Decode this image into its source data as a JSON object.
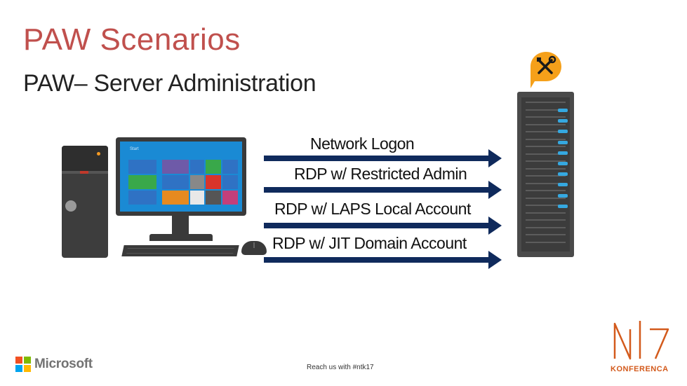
{
  "slide": {
    "title": "PAW Scenarios",
    "subtitle": "PAW– Server Administration"
  },
  "workstation": {
    "screen_label": "Start",
    "tiles": [
      {
        "color": "#2f72c4"
      },
      {
        "color": "#6e5aa8"
      },
      {
        "color": "#2f72c4"
      },
      {
        "color": "#39a84a"
      },
      {
        "color": "#2f72c4"
      },
      {
        "color": "#39a84a"
      },
      {
        "color": "#2f72c4"
      },
      {
        "color": "#888888"
      },
      {
        "color": "#d9342b"
      },
      {
        "color": "#2f72c4"
      },
      {
        "color": "#2f72c4"
      },
      {
        "color": "#e68a1f"
      },
      {
        "color": "#e8e8e8"
      },
      {
        "color": "#555555"
      },
      {
        "color": "#c33f7a"
      }
    ]
  },
  "connections": [
    {
      "label": "Network Logon"
    },
    {
      "label": "RDP w/ Restricted Admin"
    },
    {
      "label": "RDP w/ LAPS Local Account"
    },
    {
      "label": "RDP w/ JIT Domain Account"
    }
  ],
  "colors": {
    "title": "#c0504d",
    "arrow": "#0f2a5c",
    "server_light": "#35a8e0",
    "tools_bubble": "#f5a01a",
    "konferenca": "#d35a1c"
  },
  "icons": {
    "tools": "tools-icon",
    "server": "server-icon",
    "workstation": "desktop-computer-icon"
  },
  "footer": {
    "brand": "Microsoft",
    "hashtag": "Reach us with #ntk17",
    "event_logo_text": "KONFERENCA"
  }
}
